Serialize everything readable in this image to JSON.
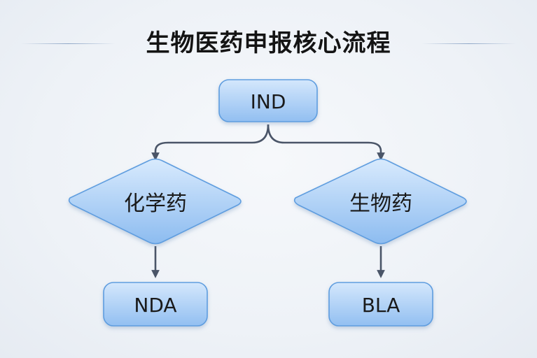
{
  "title": "生物医药申报核心流程",
  "nodes": {
    "root": {
      "label": "IND"
    },
    "left_decision": {
      "label": "化学药"
    },
    "right_decision": {
      "label": "生物药"
    },
    "left_result": {
      "label": "NDA"
    },
    "right_result": {
      "label": "BLA"
    }
  },
  "colors": {
    "node_fill_top": "#cfe4fb",
    "node_fill_bottom": "#8fbdf0",
    "node_stroke": "#5e9ddf",
    "arrow": "#4a5568",
    "title_text": "#141414"
  }
}
